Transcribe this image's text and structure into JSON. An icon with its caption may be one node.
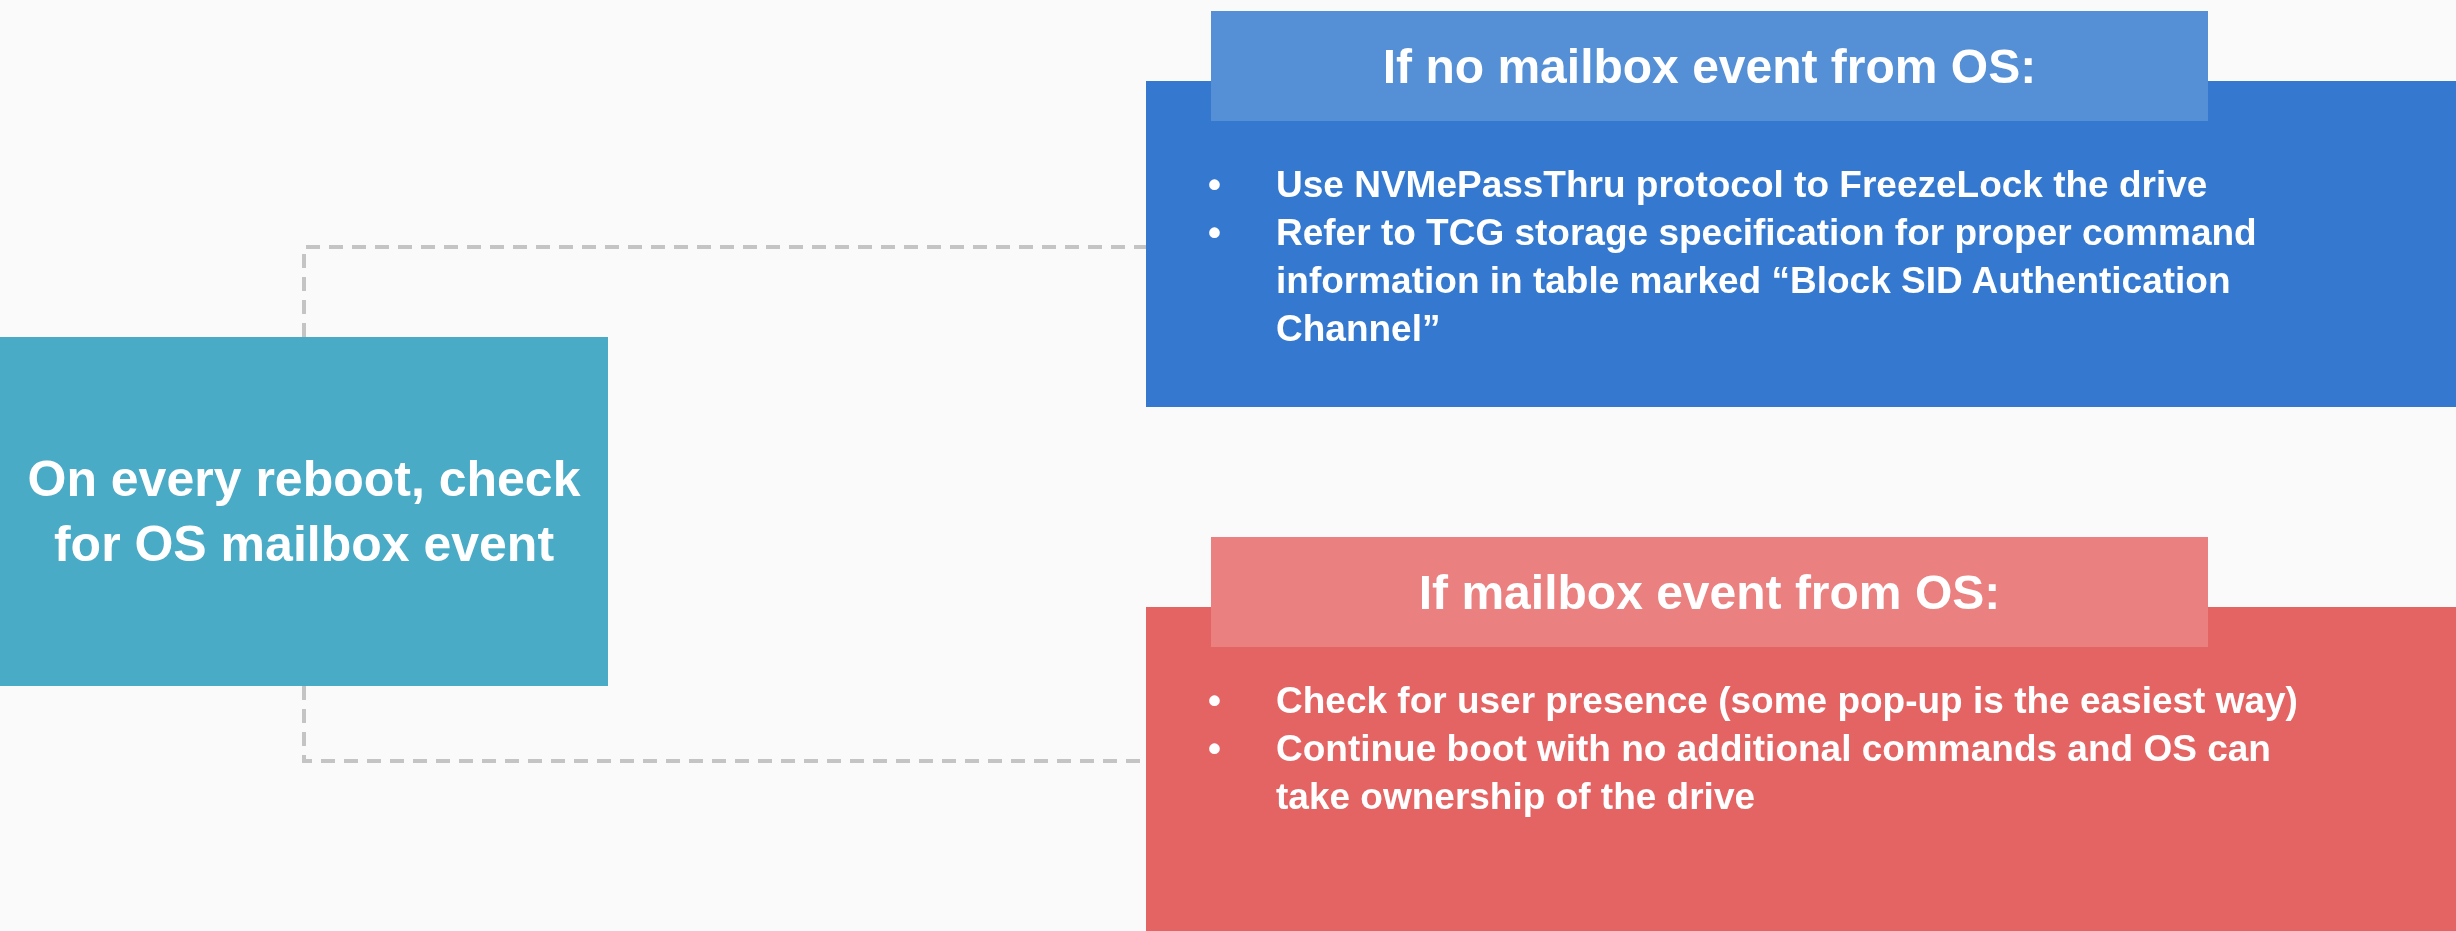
{
  "diagram": {
    "nodes": [
      {
        "text": [
          "On every reboot, check for OS mailbox event"
        ]
      },
      {
        "text": [
          "If no mailbox event from OS:",
          "Use NVMePassThru protocol to FreezeLock the drive",
          "Refer to TCG storage specification for proper command information in table marked “Block SID Authentication Channel”"
        ]
      },
      {
        "text": [
          "If mailbox event from OS:",
          "Check for user presence (some pop-up is the easiest way)",
          "Continue boot with no additional commands and OS can take ownership of the drive"
        ]
      }
    ],
    "edges": [
      {
        "from": 0,
        "to": 1,
        "arrow": "none",
        "style": "dashed"
      },
      {
        "from": 0,
        "to": 2,
        "arrow": "none",
        "style": "dashed"
      }
    ],
    "labels": [
      "•",
      "•",
      "•",
      "•"
    ]
  }
}
